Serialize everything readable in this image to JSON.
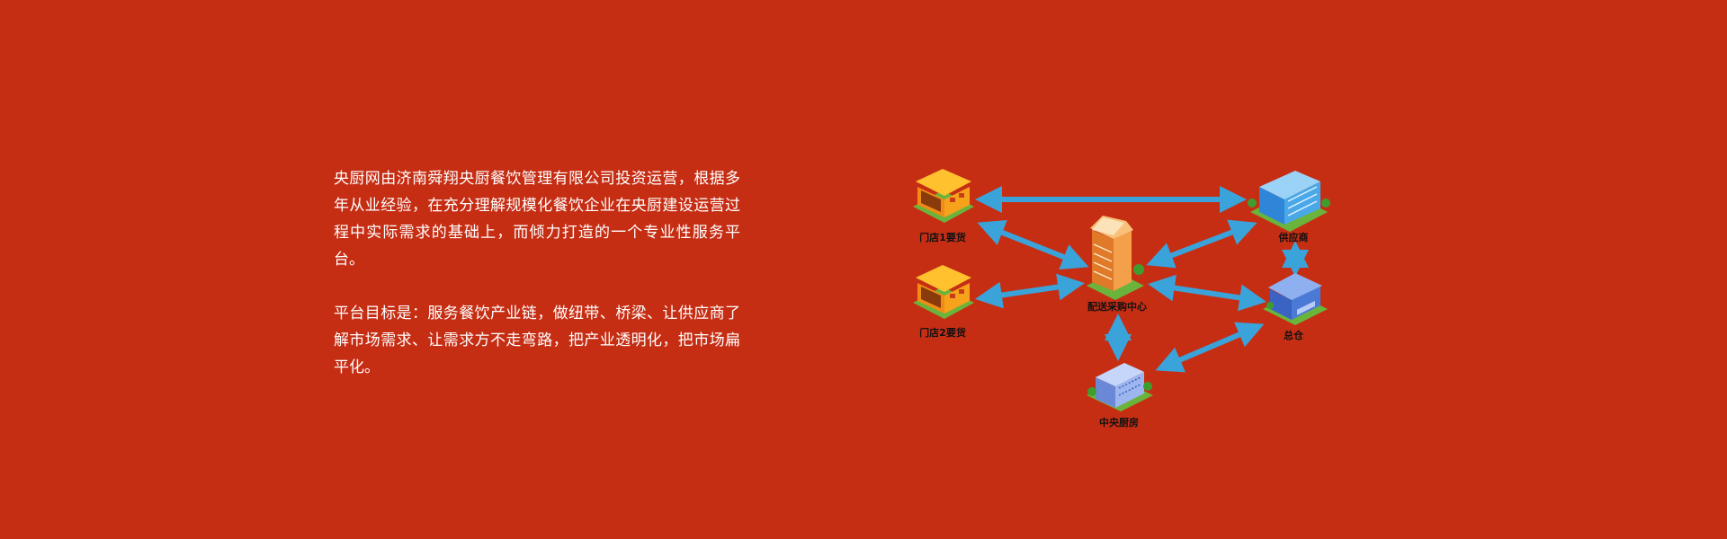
{
  "intro": {
    "paragraph1": "央厨网由济南舜翔央厨餐饮管理有限公司投资运营，根据多年从业经验，在充分理解规模化餐饮企业在央厨建设运营过程中实际需求的基础上，而倾力打造的一个专业性服务平台。",
    "paragraph2": "平台目标是：服务餐饮产业链，做纽带、桥梁、让供应商了解市场需求、让需求方不走弯路，把产业透明化，把市场扁平化。"
  },
  "diagram": {
    "nodes": {
      "store1": {
        "label": "门店1要货",
        "icon": "store-icon"
      },
      "store2": {
        "label": "门店2要货",
        "icon": "store-icon"
      },
      "center": {
        "label": "配送采购中心",
        "icon": "tower-building-icon"
      },
      "supplier": {
        "label": "供应商",
        "icon": "office-building-icon"
      },
      "warehouse": {
        "label": "总仓",
        "icon": "warehouse-icon"
      },
      "kitchen": {
        "label": "中央厨房",
        "icon": "factory-building-icon"
      }
    },
    "colors": {
      "background": "#c62e14",
      "arrow": "#3aa3d9",
      "store": "#f7a21b",
      "tower": "#e58a36",
      "supplier": "#4aa8e8",
      "warehouse": "#4b79d6",
      "kitchen": "#7f9ee3"
    }
  }
}
